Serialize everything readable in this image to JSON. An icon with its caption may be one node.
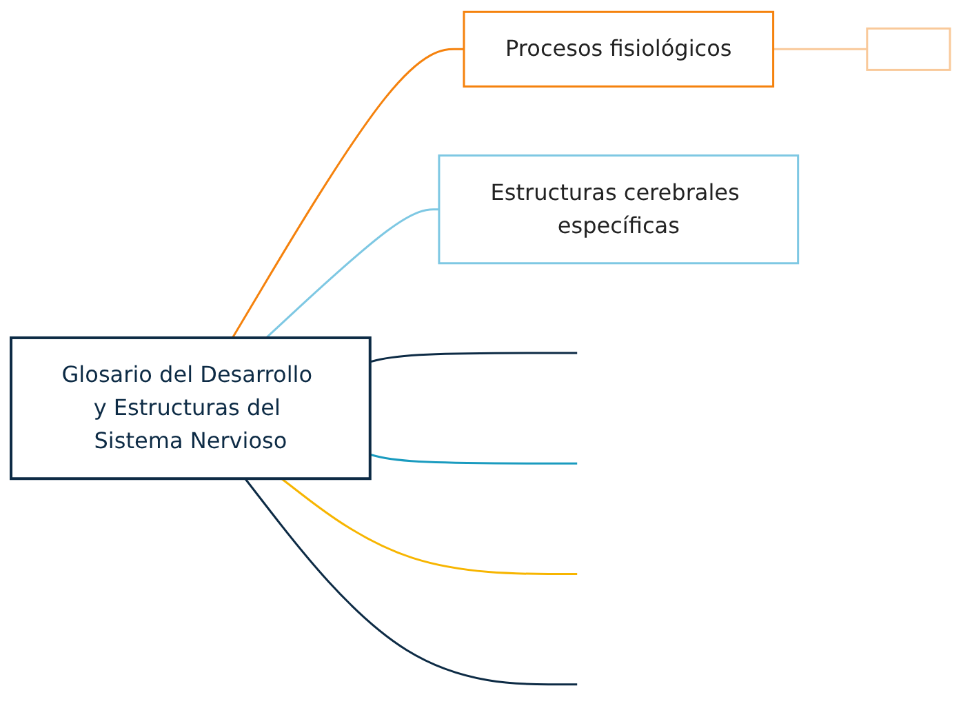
{
  "diagram": {
    "nodes": [
      {
        "text": [
          "Glosario del Desarrollo y Estructuras del Sistema Nervioso"
        ]
      },
      {
        "text": [
          "Procesos fisiológicos"
        ]
      },
      {
        "text": [],
        "shape": "box"
      },
      {
        "text": [
          "Estructuras cerebrales específicas"
        ]
      }
    ],
    "edges": [
      {
        "from": 0,
        "to": null,
        "arrow": "none",
        "color": "#0d2b45"
      },
      {
        "from": 0,
        "to": null,
        "arrow": "none",
        "color": "#1a9bbf"
      },
      {
        "from": 0,
        "to": 1,
        "arrow": "none",
        "color": "#f5820d"
      },
      {
        "from": 1,
        "to": 2,
        "arrow": "none",
        "color": "#f9c99a"
      },
      {
        "from": 0,
        "to": 3,
        "arrow": "none",
        "color": "#7ec8e3"
      },
      {
        "from": 0,
        "to": null,
        "arrow": "none",
        "color": "#f7b500"
      },
      {
        "from": 0,
        "to": null,
        "arrow": "none",
        "color": "#0d2b45"
      }
    ]
  }
}
